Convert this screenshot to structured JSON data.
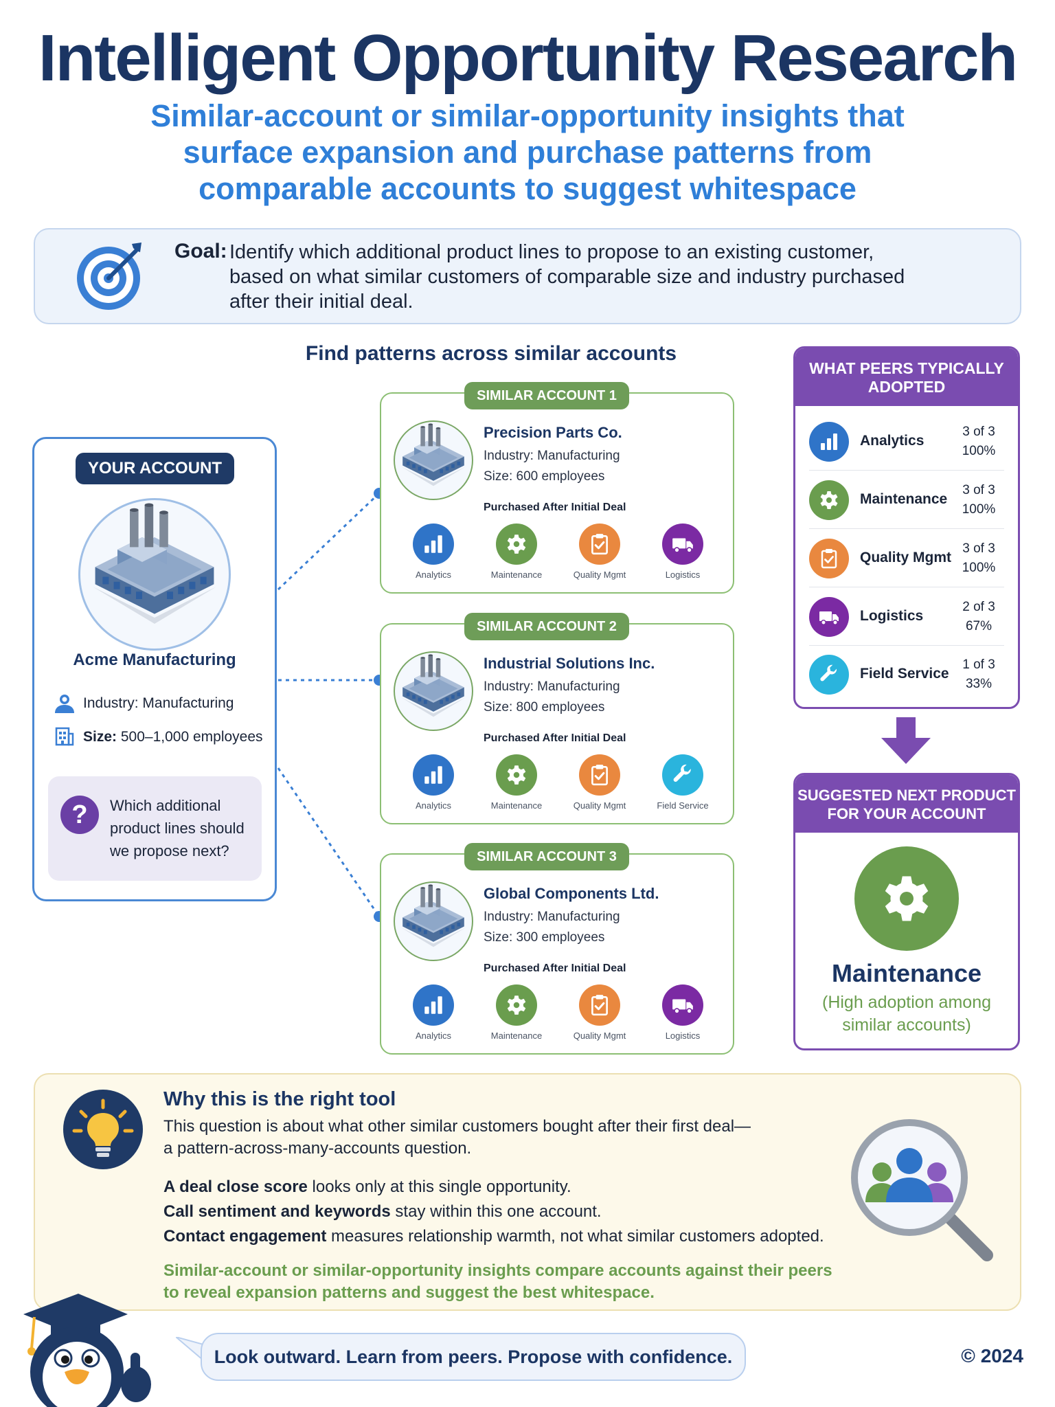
{
  "header": {
    "title": "Intelligent Opportunity Research",
    "subtitle": "Similar-account or similar-opportunity insights that surface expansion and purchase patterns from comparable accounts to suggest whitespace"
  },
  "goal": {
    "label": "Goal:",
    "text": "Identify which additional product lines to propose to an existing customer, based on what similar customers of comparable size and industry purchased after their initial deal."
  },
  "patterns_heading": "Find patterns across similar accounts",
  "your_account": {
    "badge": "YOUR ACCOUNT",
    "name": "Acme Manufacturing",
    "industry_label": "Industry:",
    "industry_value": "Manufacturing",
    "size_label": "Size:",
    "size_value": "500–1,000 employees",
    "question": "Which additional product lines should we propose next?"
  },
  "similar_accounts": [
    {
      "badge": "SIMILAR ACCOUNT 1",
      "name": "Precision Parts Co.",
      "industry": "Industry: Manufacturing",
      "size": "Size: 600 employees",
      "purchased_label": "Purchased After Initial Deal",
      "products": [
        "Analytics",
        "Maintenance",
        "Quality Mgmt",
        "Logistics"
      ]
    },
    {
      "badge": "SIMILAR ACCOUNT 2",
      "name": "Industrial Solutions Inc.",
      "industry": "Industry: Manufacturing",
      "size": "Size: 800 employees",
      "purchased_label": "Purchased After Initial Deal",
      "products": [
        "Analytics",
        "Maintenance",
        "Quality Mgmt",
        "Field Service"
      ]
    },
    {
      "badge": "SIMILAR ACCOUNT 3",
      "name": "Global Components Ltd.",
      "industry": "Industry: Manufacturing",
      "size": "Size: 300 employees",
      "purchased_label": "Purchased After Initial Deal",
      "products": [
        "Analytics",
        "Maintenance",
        "Quality Mgmt",
        "Logistics"
      ]
    }
  ],
  "peers": {
    "title": "WHAT PEERS TYPICALLY ADOPTED",
    "items": [
      {
        "name": "Analytics",
        "count": "3 of 3",
        "pct": "100%"
      },
      {
        "name": "Maintenance",
        "count": "3 of 3",
        "pct": "100%"
      },
      {
        "name": "Quality Mgmt",
        "count": "3 of 3",
        "pct": "100%"
      },
      {
        "name": "Logistics",
        "count": "2 of 3",
        "pct": "67%"
      },
      {
        "name": "Field Service",
        "count": "1 of 3",
        "pct": "33%"
      }
    ]
  },
  "suggestion": {
    "title": "SUGGESTED NEXT PRODUCT FOR YOUR ACCOUNT",
    "product": "Maintenance",
    "note": "(High adoption among similar accounts)"
  },
  "why": {
    "title": "Why this is the right tool",
    "line1": "This question is about what other similar customers bought after their first deal—",
    "line2": "a pattern-across-many-accounts question.",
    "bullets": [
      {
        "strong": "A deal close score",
        "rest": " looks only at this single opportunity."
      },
      {
        "strong": "Call sentiment and keywords",
        "rest": " stay within this one account."
      },
      {
        "strong": "Contact engagement",
        "rest": " measures relationship warmth, not what similar customers adopted."
      }
    ],
    "conclusion1": "Similar-account or similar-opportunity insights compare accounts against their peers",
    "conclusion2": "to reveal expansion patterns and suggest the best whitespace."
  },
  "footer": {
    "motto": "Look outward. Learn from peers. Propose with confidence.",
    "copyright": "© 2024"
  },
  "colors": {
    "analytics": "#2f74c8",
    "maintenance": "#6a9d4e",
    "quality_mgmt": "#e9883f",
    "logistics": "#7b2aa3",
    "field_service": "#2ab4dd",
    "peer_panel": "#7a4cb0",
    "title": "#1b3563",
    "subtitle": "#2f7fd8"
  }
}
